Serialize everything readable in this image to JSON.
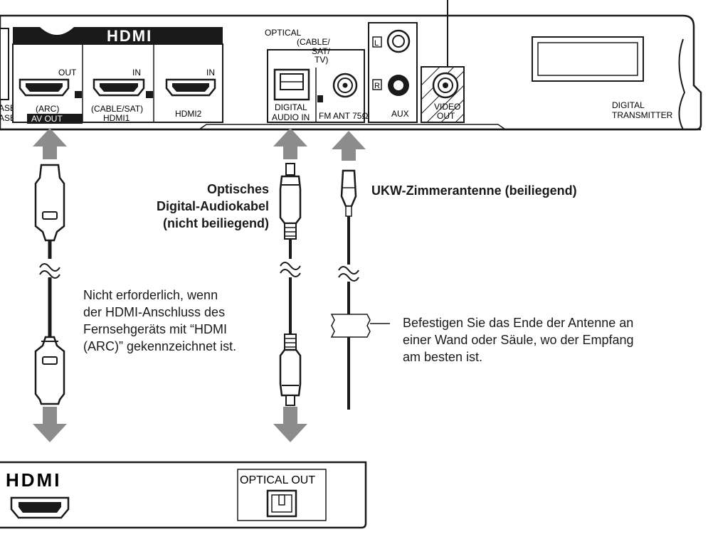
{
  "device": {
    "hdmi_logo": "HDMI",
    "ports": {
      "hdmi_out_top": "OUT",
      "hdmi_out_bottom_1": "(ARC)",
      "hdmi_out_bottom_2": "AV OUT",
      "hdmi1_top": "IN",
      "hdmi1_bottom_1": "(CABLE/SAT)",
      "hdmi1_bottom_2": "HDMI1",
      "hdmi2_top": "IN",
      "hdmi2_bottom": "HDMI2",
      "lan_bottom_1": "ASE-T/",
      "lan_bottom_2": "ASE-TX)",
      "optical_1": "OPTICAL",
      "optical_2": "(CABLE/",
      "optical_3": "SAT/",
      "optical_4": "TV)",
      "digital_audio_1": "DIGITAL",
      "digital_audio_2": "AUDIO IN",
      "fm_ant": "FM ANT 75Ω",
      "aux_l": "L",
      "aux_r": "R",
      "aux": "AUX",
      "video_out_1": "VIDEO",
      "video_out_2": "OUT",
      "transmitter_1": "DIGITAL",
      "transmitter_2": "TRANSMITTER"
    }
  },
  "labels": {
    "optical_cable": [
      "Optisches",
      "Digital-Audiokabel",
      "(nicht beiliegend)"
    ],
    "fm_antenna": "UKW-Zimmerantenne (beiliegend)",
    "hdmi_note": [
      "Nicht erforderlich, wenn",
      "der HDMI-Anschluss des",
      "Fernsehgeräts mit “HDMI",
      "(ARC)” gekennzeichnet ist."
    ],
    "antenna_note": [
      "Befestigen Sie das Ende der Antenne an",
      "einer Wand oder Säule, wo der Empfang",
      "am besten ist."
    ]
  },
  "tv": {
    "hdmi_logo": "HDMI",
    "optical_out": "OPTICAL OUT"
  }
}
